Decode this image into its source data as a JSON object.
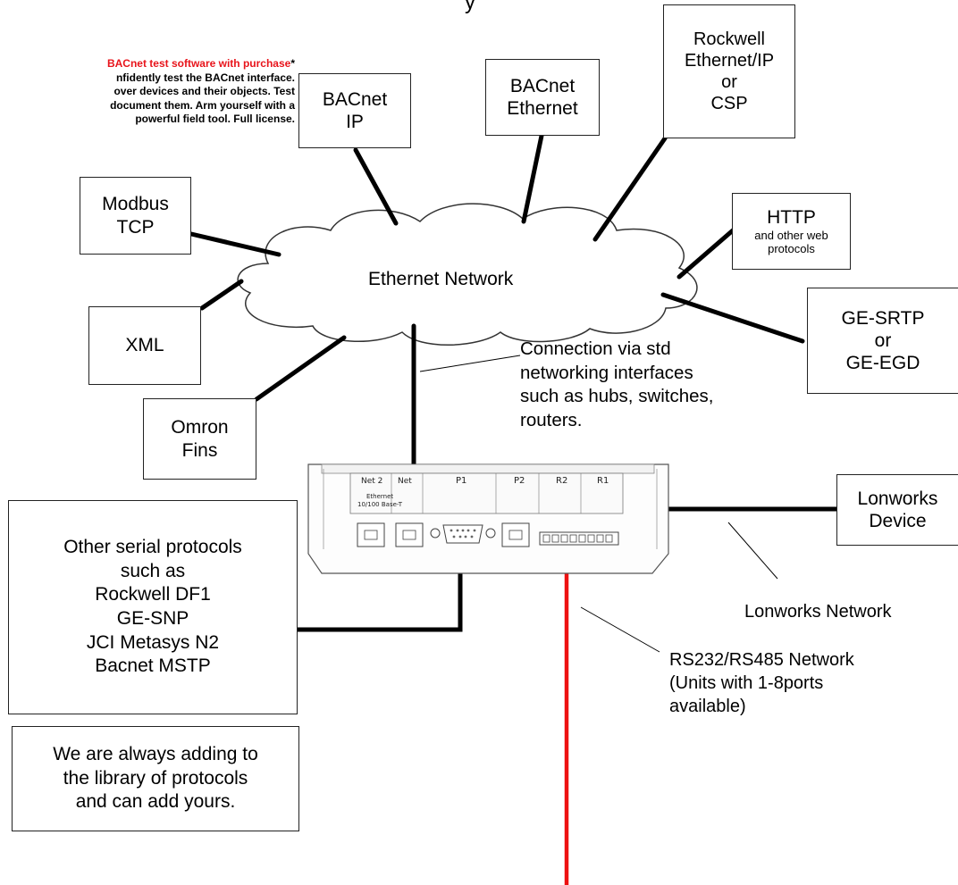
{
  "title_fragment": "y",
  "promo": {
    "line1_red": "BACnet test software with purchase",
    "line1_star": "*",
    "line2": "nfidently test the BACnet interface.",
    "line3": "over devices and their objects. Test",
    "line4": "document them. Arm yourself with a",
    "line5": "powerful field tool. Full license."
  },
  "cloud_label": "Ethernet Network",
  "nodes": {
    "bacnet_ip": [
      "BACnet",
      "IP"
    ],
    "bacnet_ethernet": [
      "BACnet",
      "Ethernet"
    ],
    "rockwell": [
      "Rockwell",
      "Ethernet/IP",
      "or",
      "CSP"
    ],
    "modbus": [
      "Modbus",
      "TCP"
    ],
    "http": {
      "title": "HTTP",
      "sub1": "and other web",
      "sub2": "protocols"
    },
    "xml": "XML",
    "ge_srtp": [
      "GE-SRTP",
      "or",
      "GE-EGD"
    ],
    "omron": [
      "Omron",
      "Fins"
    ],
    "lonworks_device": [
      "Lonworks",
      "Device"
    ],
    "serial": [
      "Other serial protocols",
      "such as",
      "Rockwell DF1",
      "GE-SNP",
      "JCI Metasys N2",
      "Bacnet MSTP"
    ],
    "library": [
      "We are always adding to",
      "the library of protocols",
      "and can add yours."
    ]
  },
  "annotations": {
    "connection": [
      "Connection via std",
      "networking interfaces",
      "such as hubs, switches,",
      "routers."
    ],
    "lonworks_network": "Lonworks Network",
    "rs_network": [
      "RS232/RS485 Network",
      "(Units with 1-8ports",
      "available)"
    ]
  },
  "device": {
    "net2": "Net 2",
    "net1": "Net",
    "p1": "P1",
    "p2": "P2",
    "r2": "R2",
    "r1": "R1",
    "ethernet": "Ethernet",
    "base_t": "10/100 Base-T"
  },
  "colors": {
    "line": "#000000",
    "rs_line": "#ee1111",
    "promo_red": "#e8141b"
  }
}
